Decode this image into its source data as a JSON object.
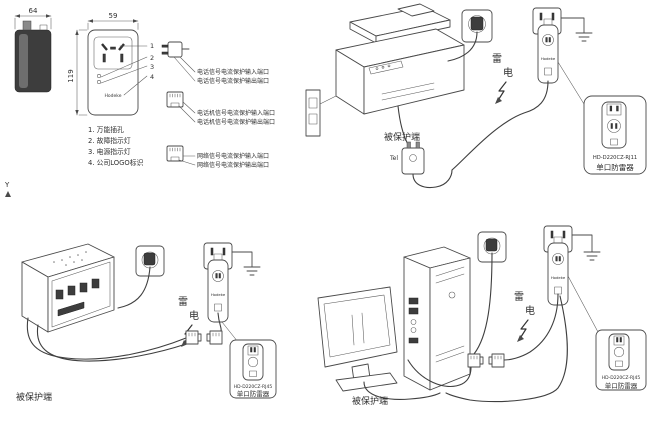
{
  "dimension_drawing": {
    "side_width": "64",
    "front_width": "59",
    "front_height": "119",
    "brand": "Hodeke",
    "callout_numbers": [
      "1",
      "2",
      "3",
      "4"
    ],
    "legend": [
      "1. 万能插孔",
      "2. 故障指示灯",
      "3. 电源指示灯",
      "4. 公司LOGO标识"
    ],
    "axis_label": "Y"
  },
  "port_labels": {
    "pairs": [
      {
        "in": "电话信号电流保护输入端口",
        "out": "电话信号电流保护输出端口"
      },
      {
        "in": "电话机信号电流保护输入端口",
        "out": "电话机信号电流保护输出端口"
      },
      {
        "in": "网络信号电流保护输入端口",
        "out": "网络信号电流保护输出端口"
      }
    ]
  },
  "scenes": {
    "printer": {
      "lightning": [
        "雷",
        "电"
      ],
      "protected_label": "被保护端",
      "tel_label": "Tel",
      "brand": "Hodeke",
      "callout": {
        "model": "HD-D220CZ-RJ11",
        "name": "单口防雷器"
      }
    },
    "router": {
      "lightning": [
        "雷",
        "电"
      ],
      "protected_label": "被保护端",
      "brand": "Hodeke",
      "callout": {
        "model": "HD-D220CZ-RJ45",
        "name": "单口防雷器"
      }
    },
    "computer": {
      "lightning": [
        "雷",
        "电"
      ],
      "protected_label": "被保护端",
      "brand": "Hodeke",
      "callout": {
        "model": "HD-D220CZ-RJ45",
        "name": "单口防雷器"
      }
    }
  },
  "colors": {
    "line": "#4a4a4a",
    "dark_fill": "#3d3d3d"
  }
}
